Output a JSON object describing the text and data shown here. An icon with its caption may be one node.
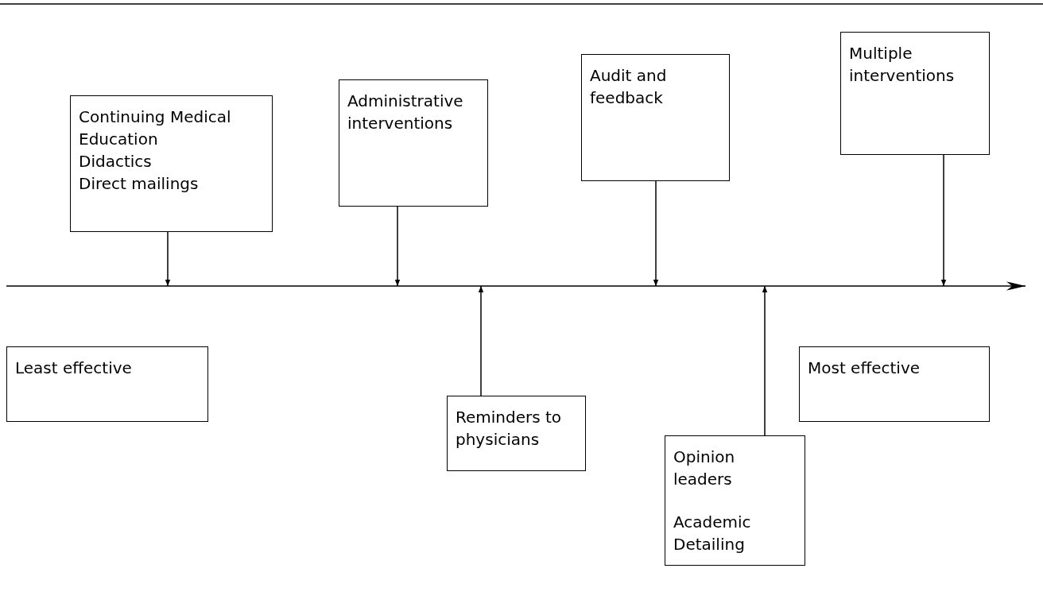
{
  "diagram": {
    "nodes": [
      {
        "text": [
          "Continuing Medical Education",
          "Didactics",
          "Direct mailings"
        ]
      },
      {
        "text": [
          "Administrative interventions"
        ]
      },
      {
        "text": [
          "Audit and feedback"
        ]
      },
      {
        "text": [
          "Multiple interventions"
        ]
      },
      {
        "text": [
          "Least effective"
        ]
      },
      {
        "text": [
          "Reminders to physicians"
        ]
      },
      {
        "text": [
          "Opinion leaders",
          "Academic Detailing"
        ]
      },
      {
        "text": [
          "Most effective"
        ]
      }
    ],
    "edges": [
      {
        "from": 0,
        "to": null,
        "arrow": "to"
      },
      {
        "from": 1,
        "to": null,
        "arrow": "to"
      },
      {
        "from": 2,
        "to": null,
        "arrow": "to"
      },
      {
        "from": 3,
        "to": null,
        "arrow": "to"
      },
      {
        "from": 5,
        "to": null,
        "arrow": "to"
      },
      {
        "from": 6,
        "to": null,
        "arrow": "to"
      }
    ]
  }
}
